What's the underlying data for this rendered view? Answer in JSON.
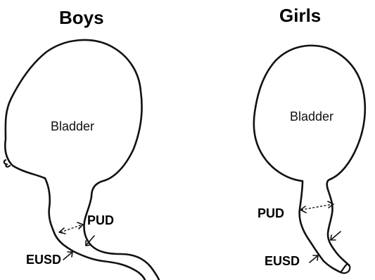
{
  "panels": {
    "boys": {
      "title": "Boys",
      "organ_label": "Bladder",
      "pud_label": "PUD",
      "eusd_label": "EUSD"
    },
    "girls": {
      "title": "Girls",
      "organ_label": "Bladder",
      "pud_label": "PUD",
      "eusd_label": "EUSD"
    }
  }
}
